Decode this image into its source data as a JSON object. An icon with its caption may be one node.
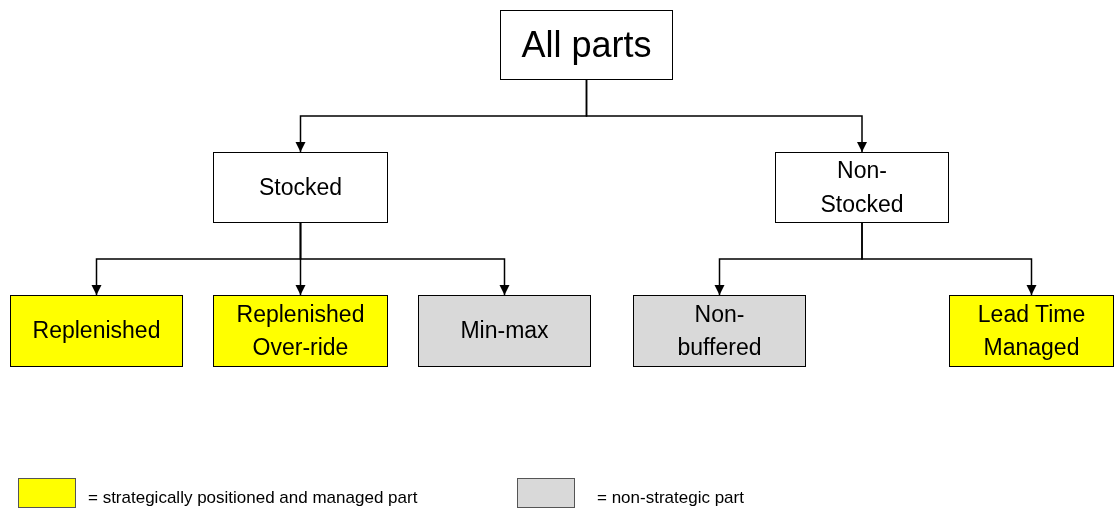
{
  "diagram": {
    "nodes": [
      {
        "text": [
          "All parts"
        ]
      },
      {
        "text": [
          "Stocked"
        ]
      },
      {
        "text": [
          "Non-Stocked"
        ]
      },
      {
        "text": [
          "Replenished"
        ]
      },
      {
        "text": [
          "Replenished Over-ride"
        ]
      },
      {
        "text": [
          "Min-max"
        ]
      },
      {
        "text": [
          "Non-buffered"
        ]
      },
      {
        "text": [
          "Lead Time Managed"
        ]
      }
    ],
    "edges": [
      {
        "from": 0,
        "to": 1,
        "arrow": "to"
      },
      {
        "from": 0,
        "to": 2,
        "arrow": "to"
      },
      {
        "from": 1,
        "to": 3,
        "arrow": "to"
      },
      {
        "from": 1,
        "to": 4,
        "arrow": "to"
      },
      {
        "from": 1,
        "to": 5,
        "arrow": "to"
      },
      {
        "from": 2,
        "to": 6,
        "arrow": "to"
      },
      {
        "from": 2,
        "to": 7,
        "arrow": "to"
      }
    ],
    "legend": [
      {
        "text": "= strategically positioned and managed part",
        "color": "#ffff00"
      },
      {
        "text": "= non-strategic part",
        "color": "#d9d9d9"
      }
    ]
  }
}
